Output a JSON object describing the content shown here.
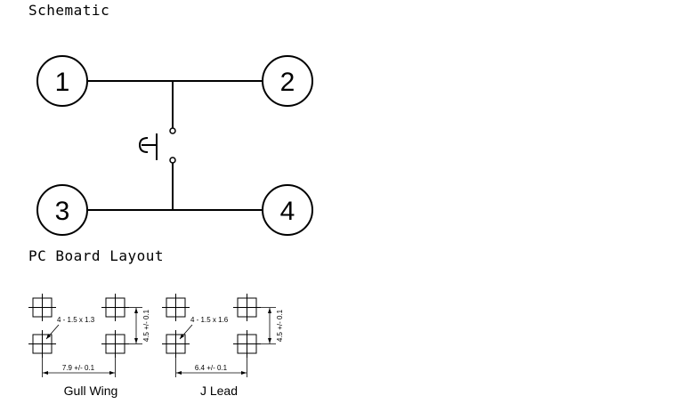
{
  "headings": {
    "schematic": "Schematic",
    "layout": "PC Board Layout"
  },
  "schematic": {
    "pins": [
      "1",
      "2",
      "3",
      "4"
    ]
  },
  "layouts": [
    {
      "caption": "Gull Wing",
      "pad_label": "4 - 1.5 x 1.3",
      "width_label": "7.9 +/- 0.1",
      "height_label": "4.5 +/- 0.1"
    },
    {
      "caption": "J Lead",
      "pad_label": "4 - 1.5 x 1.6",
      "width_label": "6.4 +/- 0.1",
      "height_label": "4.5 +/- 0.1"
    }
  ]
}
